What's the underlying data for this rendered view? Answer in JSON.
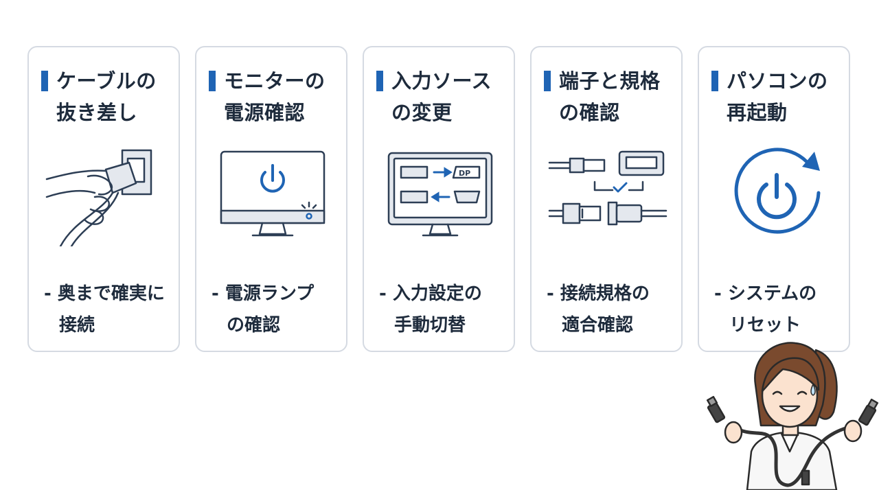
{
  "cards": [
    {
      "title": [
        "ケーブルの",
        "抜き差し"
      ],
      "desc": [
        "- 奥まで確実に",
        "接続"
      ],
      "icon": "cable-plug-icon"
    },
    {
      "title": [
        "モニターの",
        "電源確認"
      ],
      "desc": [
        "- 電源ランプ",
        "の確認"
      ],
      "icon": "monitor-power-icon"
    },
    {
      "title": [
        "入力ソース",
        "の変更"
      ],
      "desc": [
        "- 入力設定の",
        "手動切替"
      ],
      "icon": "input-source-icon"
    },
    {
      "title": [
        "端子と規格",
        "の確認"
      ],
      "desc": [
        "- 接続規格の",
        "適合確認"
      ],
      "icon": "connector-check-icon"
    },
    {
      "title": [
        "パソコンの",
        "再起動"
      ],
      "desc": [
        "- システムの",
        "リセット"
      ],
      "icon": "restart-power-icon"
    }
  ],
  "colors": {
    "accent": "#1f64b4",
    "border": "#d5dae2",
    "text": "#1e2b3c",
    "icon_line": "#2d3e55",
    "icon_fill": "#e4e8ee"
  }
}
